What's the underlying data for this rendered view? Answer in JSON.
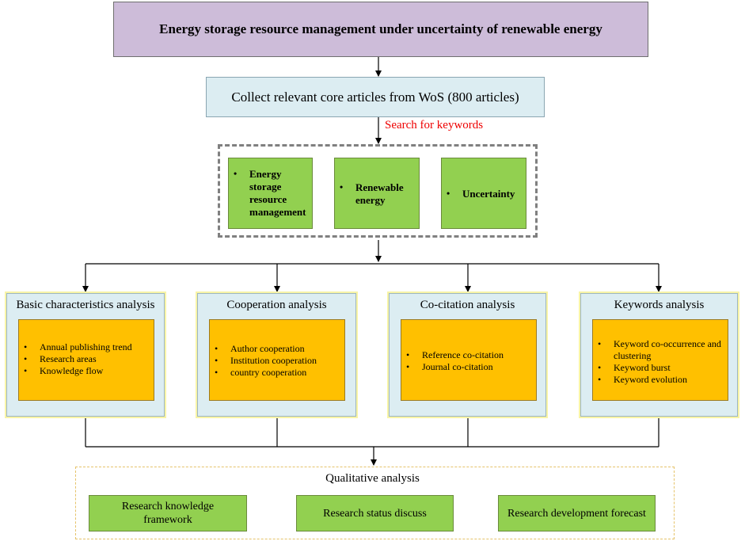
{
  "title": "Energy storage resource management under uncertainty of renewable energy",
  "collect": "Collect relevant core articles from WoS (800 articles)",
  "search_label": "Search for keywords",
  "keywords": [
    {
      "lines": [
        "Energy",
        "storage",
        "resource",
        "management"
      ]
    },
    {
      "lines": [
        "Renewable",
        "energy"
      ]
    },
    {
      "lines": [
        "Uncertainty"
      ]
    }
  ],
  "analyses": [
    {
      "title": "Basic characteristics analysis",
      "items": [
        "Annual publishing trend",
        "Research areas",
        "Knowledge flow"
      ]
    },
    {
      "title": "Cooperation  analysis",
      "items": [
        "Author cooperation",
        "Institution cooperation",
        "country cooperation"
      ]
    },
    {
      "title": "Co-citation analysis",
      "items": [
        "Reference co-citation",
        "Journal co-citation"
      ]
    },
    {
      "title": "Keywords analysis",
      "items": [
        "Keyword co-occurrence and clustering",
        "Keyword burst",
        "Keyword evolution"
      ]
    }
  ],
  "qualitative": {
    "title": "Qualitative analysis",
    "items": [
      {
        "lines": [
          "Research knowledge",
          "framework"
        ]
      },
      {
        "lines": [
          "Research status discuss"
        ]
      },
      {
        "lines": [
          "Research development forecast"
        ]
      }
    ]
  },
  "colors": {
    "title_fill": "#cdbcd9",
    "collect_fill": "#dcedf2",
    "keyword_fill": "#92d050",
    "analysis_panel_fill": "#dcedf2",
    "analysis_box_fill": "#ffc000",
    "search_label": "#ee0000"
  }
}
